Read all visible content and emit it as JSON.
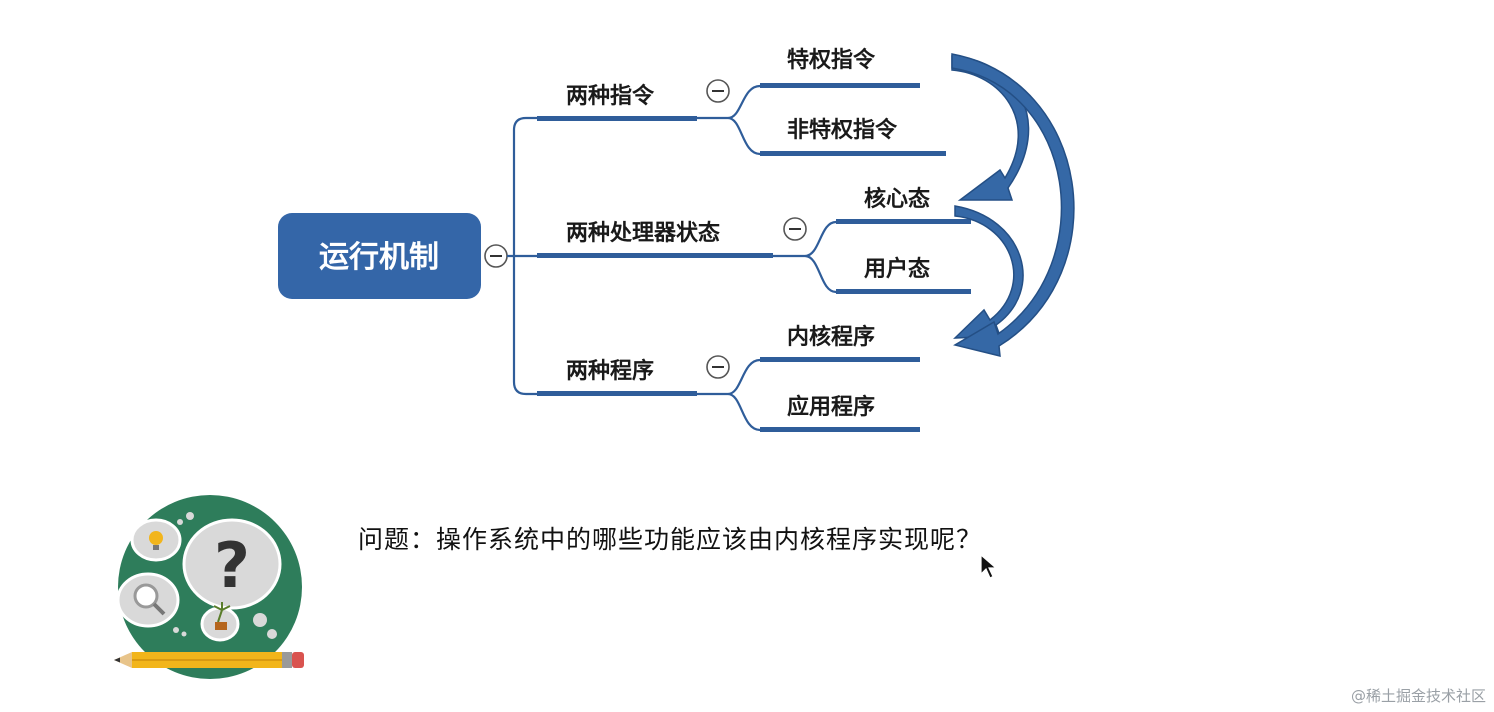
{
  "mindmap": {
    "root": "运行机制",
    "branches": [
      {
        "label": "两种指令",
        "children": [
          "特权指令",
          "非特权指令"
        ]
      },
      {
        "label": "两种处理器状态",
        "children": [
          "核心态",
          "用户态"
        ]
      },
      {
        "label": "两种程序",
        "children": [
          "内核程序",
          "应用程序"
        ]
      }
    ]
  },
  "question": "问题：操作系统中的哪些功能应该由内核程序实现呢？",
  "watermark": "@稀土掘金技术社区",
  "colors": {
    "root_fill": "#3466a8",
    "branch_blue": "#2f5d9a",
    "illustration_green": "#2e7d5b",
    "pencil_yellow": "#f2b51b"
  },
  "icons": [
    "collapse-icon",
    "thinking-illustration-icon",
    "mouse-cursor-icon"
  ]
}
